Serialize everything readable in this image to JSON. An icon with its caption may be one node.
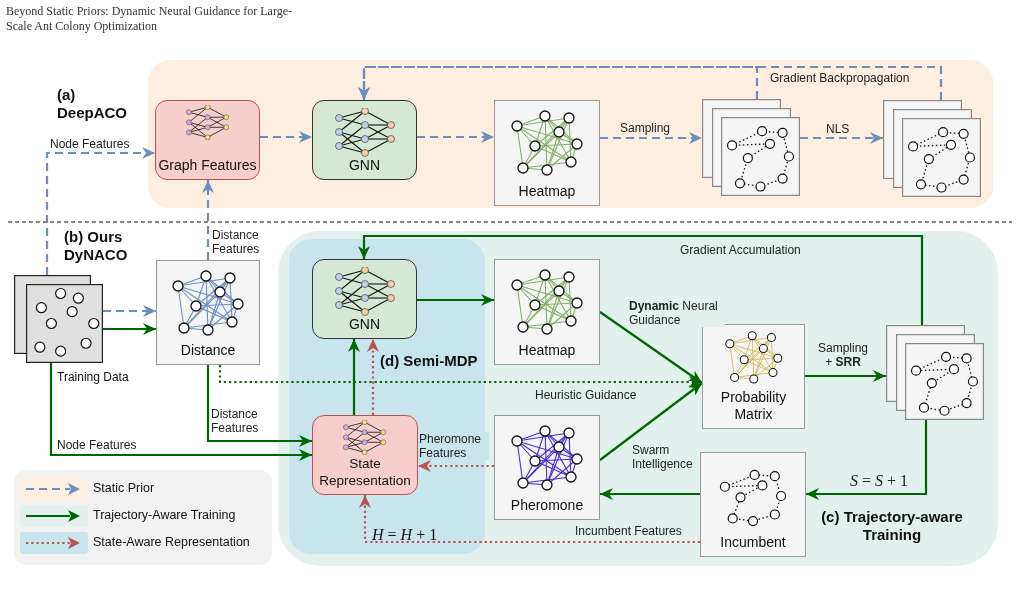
{
  "diagram": {
    "nodes": [
      {
        "text": [
          "(a) DeepACO"
        ]
      },
      {
        "text": [
          "Graph Features"
        ],
        "in": 0
      },
      {
        "text": [
          "GNN"
        ],
        "in": 0
      },
      {
        "text": [
          "Heatmap"
        ],
        "in": 0
      },
      {
        "text": [],
        "shape": "picture",
        "in": 0
      },
      {
        "text": [],
        "shape": "picture",
        "in": 0
      },
      {
        "text": [],
        "shape": "picture",
        "beside": [
          "Training Data"
        ]
      },
      {
        "text": [
          "Distance"
        ]
      },
      {
        "text": [
          "(c) Trajectory-aware Training"
        ]
      },
      {
        "text": [
          "(d) Semi-MDP"
        ],
        "in": 8
      },
      {
        "text": [
          "GNN"
        ],
        "in": 9
      },
      {
        "text": [
          "State Representation"
        ],
        "in": 9
      },
      {
        "text": [
          "Heatmap"
        ],
        "in": 8
      },
      {
        "text": [
          "Probability Matrix"
        ],
        "in": 8
      },
      {
        "text": [],
        "shape": "picture",
        "in": 8
      },
      {
        "text": [
          "Pheromone"
        ],
        "in": 8
      },
      {
        "text": [
          "Incumbent"
        ],
        "in": 8
      }
    ],
    "edges": [
      {
        "from": 6,
        "to": 1,
        "arrow": "to",
        "label": "Node Features",
        "style": "dashed",
        "color": "#6c8ebf"
      },
      {
        "from": 7,
        "to": 1,
        "arrow": "to",
        "label": "Distance Features",
        "style": "dashed",
        "color": "#6c8ebf"
      },
      {
        "from": 1,
        "to": 2,
        "arrow": "to",
        "style": "dashed",
        "color": "#6c8ebf"
      },
      {
        "from": 2,
        "to": 3,
        "arrow": "to",
        "style": "dashed",
        "color": "#6c8ebf"
      },
      {
        "from": 3,
        "to": 4,
        "arrow": "to",
        "label": "Sampling",
        "style": "dashed",
        "color": "#6c8ebf"
      },
      {
        "from": 4,
        "to": 5,
        "arrow": "to",
        "label": "NLS",
        "style": "dashed",
        "color": "#6c8ebf"
      },
      {
        "from": 4,
        "to": 2,
        "arrow": "to",
        "style": "dashed",
        "color": "#6c8ebf"
      },
      {
        "from": 5,
        "to": 2,
        "arrow": "to",
        "label": "Gradient Backpropagation",
        "style": "dashed",
        "color": "#6c8ebf"
      },
      {
        "from": 6,
        "to": 7,
        "arrow": "to",
        "style": "dashed",
        "color": "#6c8ebf"
      },
      {
        "from": 6,
        "to": 7,
        "arrow": "to"
      },
      {
        "from": 6,
        "to": 11,
        "arrow": "to",
        "label": "Node Features"
      },
      {
        "from": 7,
        "to": 11,
        "arrow": "to",
        "label": "Distance Features"
      },
      {
        "from": 11,
        "to": 10,
        "arrow": "to"
      },
      {
        "from": 11,
        "to": 10,
        "arrow": "to",
        "style": "dashed",
        "color": "#b85450"
      },
      {
        "from": 10,
        "to": 12,
        "arrow": "to"
      },
      {
        "from": 12,
        "to": 13,
        "arrow": "to",
        "label": "**Dynamic** Neural Guidance"
      },
      {
        "from": 7,
        "to": 13,
        "arrow": "to",
        "label": "Heuristic Guidance",
        "style": "dashed"
      },
      {
        "from": 15,
        "to": 13,
        "arrow": "to",
        "label": "Swarm Intelligence"
      },
      {
        "from": 13,
        "to": 14,
        "arrow": "to",
        "label": "Sampling + **SRR**"
      },
      {
        "from": 14,
        "to": 10,
        "arrow": "to",
        "label": "Gradient Accumulation"
      },
      {
        "from": 14,
        "to": 16,
        "arrow": "to",
        "label": "*S* = *S* + 1"
      },
      {
        "from": 16,
        "to": 15,
        "arrow": "to"
      },
      {
        "from": 15,
        "to": 11,
        "arrow": "to",
        "label": "Pheromone Features",
        "style": "dashed",
        "color": "#b85450"
      },
      {
        "from": 16,
        "to": 11,
        "arrow": "to",
        "label": "Incumbent Features",
        "style": "dashed",
        "color": "#b85450"
      }
    ],
    "labels": [
      "Beyond Static Priors: Dynamic Neural Guidance for Large-Scale Ant Colony Optimization",
      "(b) Ours DyNACO",
      "*H* = *H* + 1"
    ],
    "legend": [
      {
        "text": "Static Prior"
      },
      {
        "text": "Trajectory-Aware Training"
      },
      {
        "text": "State-Aware Representation"
      }
    ]
  }
}
